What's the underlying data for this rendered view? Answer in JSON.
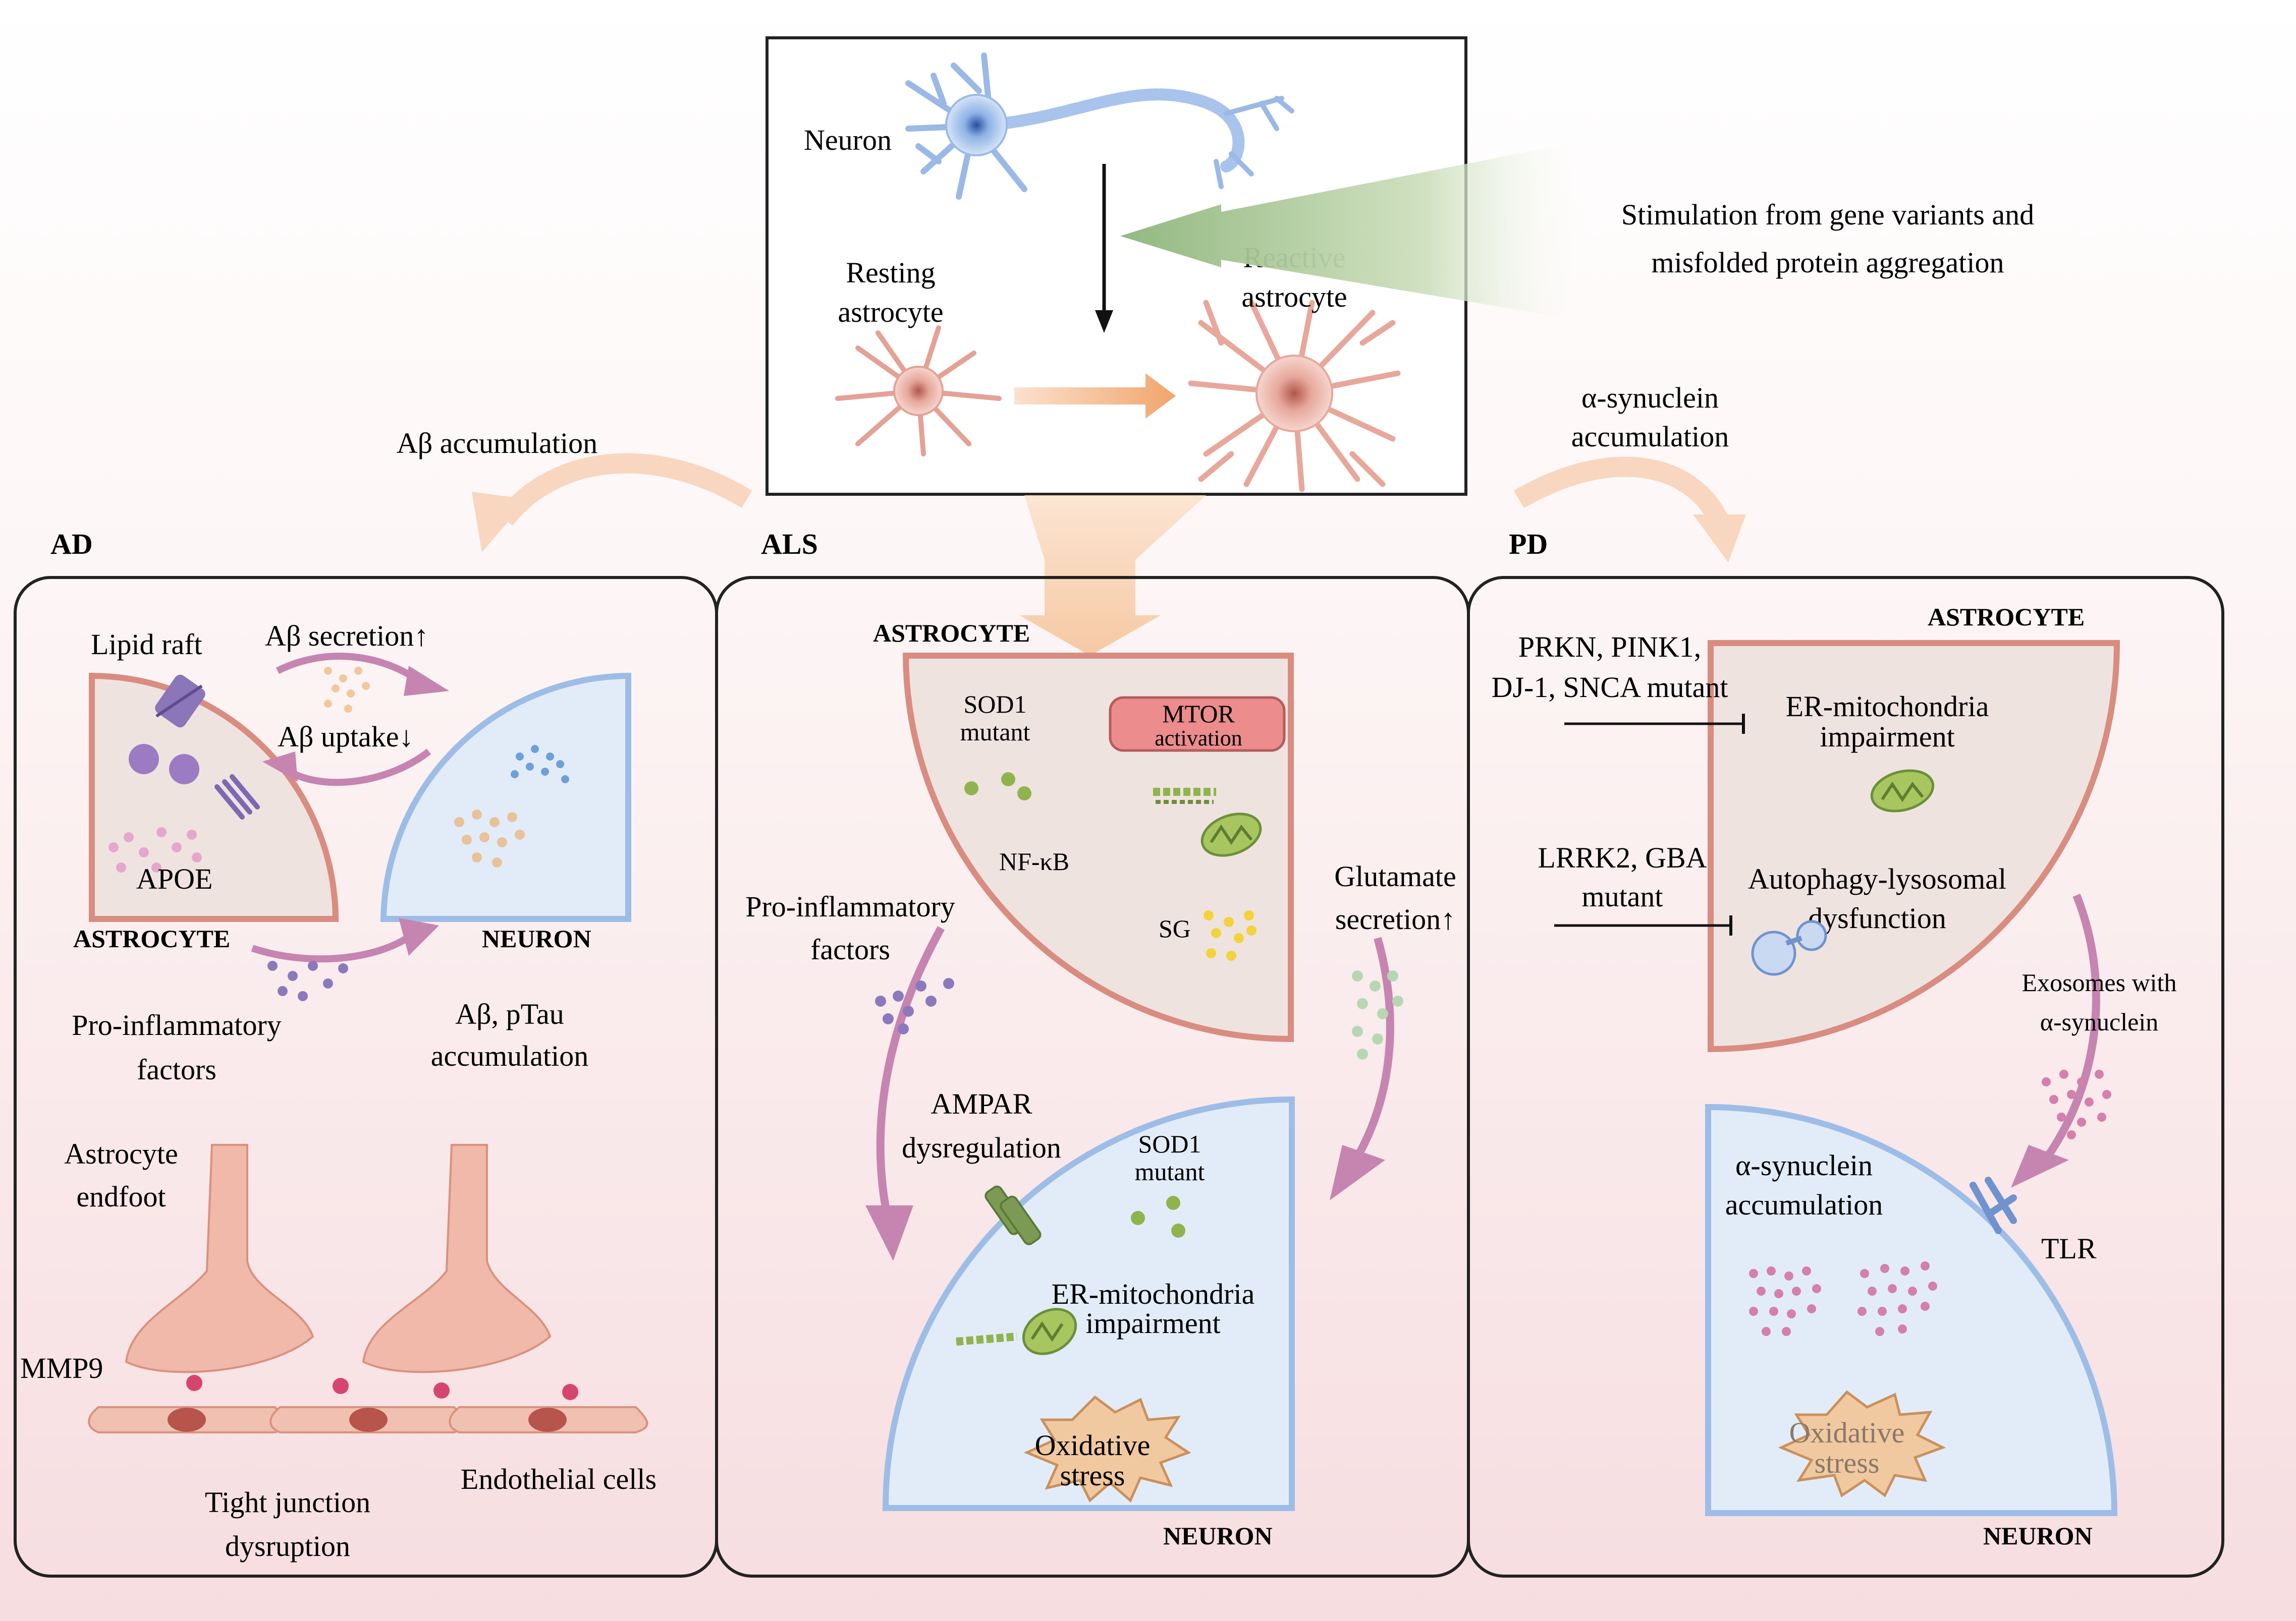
{
  "top_panel": {
    "neuron": "Neuron",
    "resting_line1": "Resting",
    "resting_line2": "astrocyte",
    "reactive_line1": "Reactive",
    "reactive_line2": "astrocyte"
  },
  "stimulation": {
    "line1": "Stimulation from gene variants and",
    "line2": "misfolded protein aggregation"
  },
  "arrows": {
    "ab_accumulation": "Aβ accumulation",
    "asyn_line1": "α-synuclein",
    "asyn_line2": "accumulation"
  },
  "ad": {
    "title": "AD",
    "lipid_raft": "Lipid raft",
    "ab_secretion": "Aβ secretion↑",
    "ab_uptake": "Aβ uptake↓",
    "apoe": "APOE",
    "astrocyte": "ASTROCYTE",
    "neuron": "NEURON",
    "proinf_line1": "Pro-inflammatory",
    "proinf_line2": "factors",
    "abtau_line1": "Aβ, pTau",
    "abtau_line2": "accumulation",
    "endfoot_line1": "Astrocyte",
    "endfoot_line2": "endfoot",
    "mmp9": "MMP9",
    "tj_line1": "Tight junction",
    "tj_line2": "dysruption",
    "endothelial": "Endothelial cells"
  },
  "als": {
    "title": "ALS",
    "astrocyte": "ASTROCYTE",
    "sod1_line1": "SOD1",
    "sod1_line2": "mutant",
    "mtor_line1": "MTOR",
    "mtor_line2": "activation",
    "nfkb": "NF-κB",
    "sg": "SG",
    "proinf_line1": "Pro-inflammatory",
    "proinf_line2": "factors",
    "glu_line1": "Glutamate",
    "glu_line2": "secretion↑",
    "ampar_line1": "AMPAR",
    "ampar_line2": "dysregulation",
    "nsod1_line1": "SOD1",
    "nsod1_line2": "mutant",
    "er_line1": "ER-mitochondria",
    "er_line2": "impairment",
    "ox_line1": "Oxidative",
    "ox_line2": "stress",
    "neuron": "NEURON"
  },
  "pd": {
    "title": "PD",
    "astrocyte": "ASTROCYTE",
    "genes_line1": "PRKN, PINK1,",
    "genes_line2": "DJ-1, SNCA mutant",
    "er_line1": "ER-mitochondria",
    "er_line2": "impairment",
    "lrrk_line1": "LRRK2, GBA",
    "lrrk_line2": "mutant",
    "auto_line1": "Autophagy-lysosomal",
    "auto_line2": "dysfunction",
    "exo_line1": "Exosomes with",
    "exo_line2": "α-synuclein",
    "asyn_line1": "α-synuclein",
    "asyn_line2": "accumulation",
    "tlr": "TLR",
    "ox_line1": "Oxidative",
    "ox_line2": "stress",
    "neuron": "NEURON"
  }
}
